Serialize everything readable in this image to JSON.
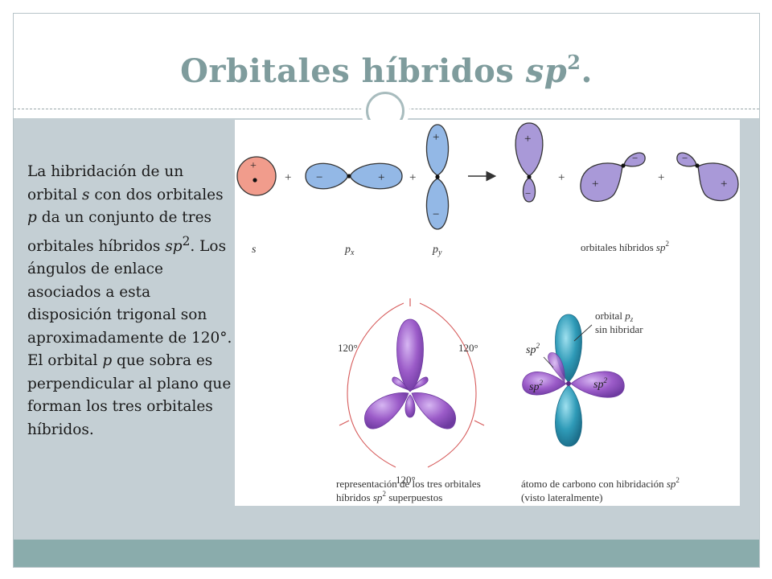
{
  "slide": {
    "title": {
      "main": "Orbitales híbridos ",
      "italic": "sp",
      "sup": "2",
      "end": "."
    },
    "text": {
      "t1": "La hibridación de un orbital ",
      "s": "s",
      "t2": " con dos orbitales ",
      "p": "p",
      "t3": " da un conjunto de tres orbitales híbridos ",
      "sp": "sp",
      "sup": "2",
      "t4": ". Los ángulos de enlace asociados a esta disposición trigonal son aproximadamente de 120°. El orbital ",
      "p2": "p",
      "t5": " que sobra es perpendicular al plano que forman los tres orbitales híbridos."
    }
  },
  "diagram": {
    "plus": "+",
    "minus": "−",
    "arrow": "→",
    "label_s": "s",
    "label_px_p": "p",
    "label_px_sub": "x",
    "label_py_p": "p",
    "label_py_sub": "y",
    "hybrid_label": "orbitales híbridos ",
    "hybrid_sp": "sp",
    "hybrid_sup": "2",
    "angle": "120°",
    "trigonal_caption_line1": "representación de los tres orbitales",
    "trigonal_caption_line2a": "híbridos ",
    "trigonal_caption_sp": "sp",
    "trigonal_caption_sup": "2",
    "trigonal_caption_line2b": " superpuestos",
    "carbon_caption_line1a": "átomo de carbono con hibridación ",
    "carbon_caption_sp": "sp",
    "carbon_caption_sup": "2",
    "carbon_caption_line2": "(visto lateralmente)",
    "pz_line1": "orbital ",
    "pz_p": "p",
    "pz_sub": "z",
    "pz_line2": "sin hibridar",
    "sp_label": "sp",
    "sp_sup": "2",
    "colors": {
      "s_orbital": "#f19c8c",
      "p_orbital": "#93b8e6",
      "hybrid_orbital": "#a999d8",
      "trigonal_lobe": "#9d5fc8",
      "pz_orbital": "#2f9bb8",
      "angle_arc": "#d65a5a"
    }
  }
}
